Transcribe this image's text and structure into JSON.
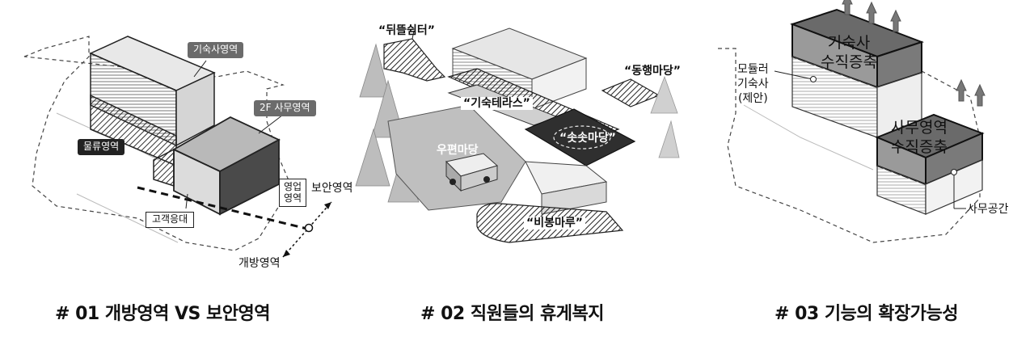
{
  "panel1": {
    "caption": "# 01 개방영역 VS 보안영역",
    "labels": {
      "dorm": "기숙사영역",
      "office2f": "2F 사무영역",
      "logistics": "물류영역",
      "sales": "영업\n영역",
      "security": "보안영역",
      "reception": "고객응대",
      "open": "개방영역"
    }
  },
  "panel2": {
    "caption": "# 02 직원들의 휴게복지",
    "labels": {
      "backyard": "“뒤뜰쉼터”",
      "east_yard": "“동행마당”",
      "dorm_terrace": "“기숙테라스”",
      "sosot_yard": "“솟솟마당”",
      "post_yard": "우편마당",
      "bibong": "“비봉마루”"
    }
  },
  "panel3": {
    "caption": "# 03 기능의 확장가능성",
    "labels": {
      "dorm_vertical": "기숙사\n수직증축",
      "modular": "모듈러\n기숙사\n(제안)",
      "office_vertical": "사무영역\n수직증축",
      "office_space": "사무공간"
    }
  },
  "colors": {
    "dark": "#222222",
    "mid": "#6b6b6b",
    "light": "#cfcfcf",
    "hatch": "#8a8a8a"
  }
}
